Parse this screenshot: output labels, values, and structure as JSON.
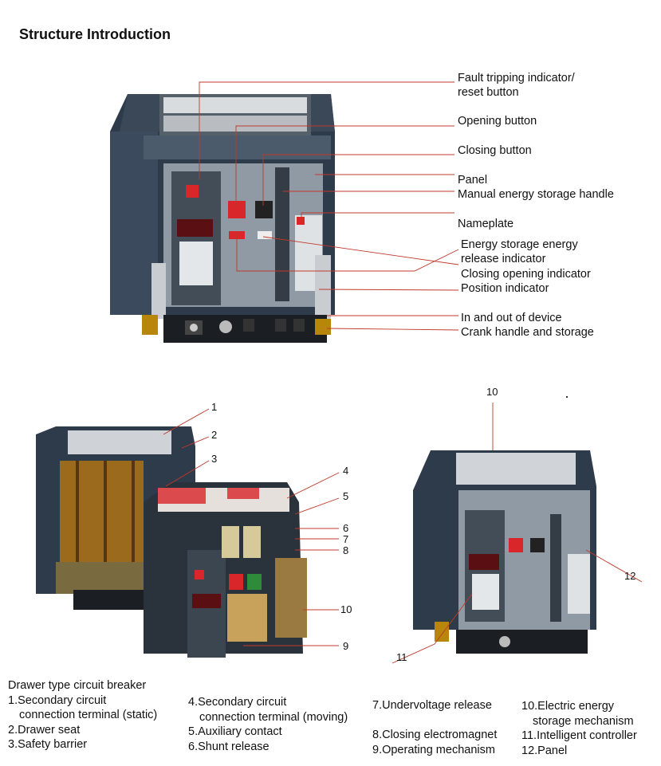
{
  "title": "Structure Introduction",
  "top_callouts": [
    "Fault tripping indicator/\nreset button",
    "Opening button",
    "Closing button",
    "Panel",
    "Manual energy storage handle",
    "Nameplate",
    "Energy storage energy\nrelease indicator",
    "Closing opening indicator",
    "Position indicator",
    "In and out of device",
    "Crank handle and storage"
  ],
  "left_numbers": [
    "1",
    "2",
    "3",
    "4",
    "5",
    "6",
    "7",
    "8",
    "10",
    "9"
  ],
  "right_numbers": [
    "10",
    "12",
    "11"
  ],
  "legend": {
    "heading": "Drawer type circuit breaker",
    "col1": [
      "1.Secondary circuit",
      "connection terminal (static)",
      "2.Drawer seat",
      "3.Safety barrier"
    ],
    "col2": [
      "4.Secondary circuit",
      "connection terminal (moving)",
      "5.Auxiliary contact",
      "6.Shunt release"
    ],
    "col3": [
      "7.Undervoltage release",
      "8.Closing electromagnet",
      "9.Operating mechanism"
    ],
    "col4": [
      "10.Electric energy",
      "storage mechanism",
      "11.Intelligent controller",
      "12.Panel"
    ]
  },
  "colors": {
    "leader": "#c0392b",
    "body_dark": "#2c3a4a",
    "panel": "#7f8c98",
    "brand_red": "#d8262b"
  }
}
